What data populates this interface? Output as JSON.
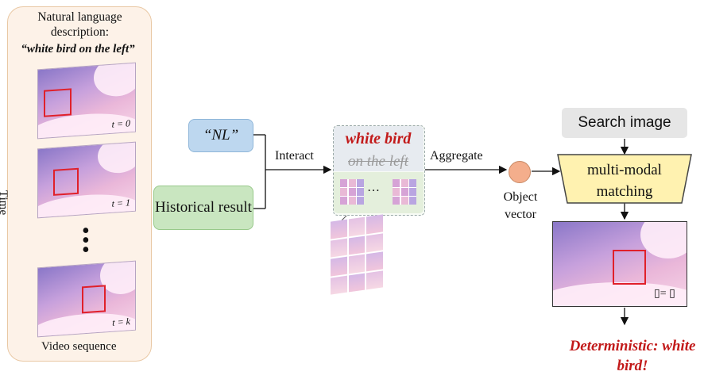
{
  "left_panel": {
    "description_title": "Natural language description:",
    "description_quote": "“white bird on the left”",
    "time_label": "Time",
    "frames": [
      {
        "stamp": "t = 0"
      },
      {
        "stamp": "t = 1"
      },
      {
        "stamp": "t = k"
      }
    ],
    "ellipsis": "•\n•\n•",
    "footer": "Video sequence"
  },
  "inputs": {
    "nl": "“NL”",
    "historical": "Historical result"
  },
  "edge_labels": {
    "interact": "Interact",
    "aggregate": "Aggregate"
  },
  "interaction": {
    "highlight": "white bird",
    "struck": "on the left",
    "ellipsis": "…"
  },
  "object_vector": "Object vector",
  "search_image": "Search image",
  "matching": "multi-modal matching",
  "equation": "▯= ▯",
  "result": "Deterministic: white bird!",
  "colors": {
    "accent_red": "#c21a1a",
    "box_red": "#e0202a",
    "nl_blue": "#bdd7ef",
    "hist_green": "#c9e6c0",
    "matching_yellow": "#fff2b0"
  }
}
